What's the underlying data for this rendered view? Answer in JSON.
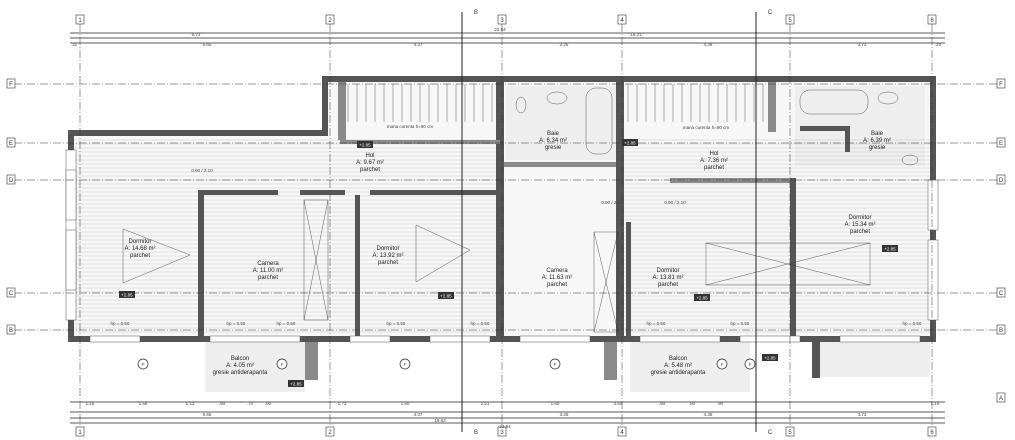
{
  "axes": {
    "columns": [
      "1",
      "2",
      "3",
      "4",
      "5",
      "6"
    ],
    "rows_left": [
      "F",
      "E",
      "D",
      "C",
      "B"
    ],
    "rows_right": [
      "F",
      "E",
      "D",
      "C",
      "B",
      "A"
    ],
    "sections": [
      "B",
      "C"
    ]
  },
  "dimensions": {
    "top_total": "22.94",
    "top_split": [
      "6.73",
      "16.21"
    ],
    "top_axes": [
      ".31",
      "6.65",
      "4.37",
      "3.25",
      "4.38",
      "3.73",
      ".20"
    ],
    "bottom_chain": [
      "1.16",
      "1.58",
      "1.13",
      ".90",
      ".70",
      ".90",
      "1.73",
      "1.60",
      "2.51",
      "1.60",
      "3.60",
      ".90",
      ".80",
      ".90",
      "1.16"
    ],
    "bottom_axes": [
      "6.65",
      "4.37",
      "3.25",
      "4.38",
      "3.73"
    ],
    "bottom_sub": "19.62",
    "bottom_total": "22.94"
  },
  "rooms": [
    {
      "name": "Hol",
      "area": "A: 9.67 m²",
      "floor": "parchet"
    },
    {
      "name": "Dormitor",
      "area": "A: 14.68 m²",
      "floor": "parchet"
    },
    {
      "name": "Camera",
      "area": "A: 11.00 m²",
      "floor": "parchet"
    },
    {
      "name": "Dormitor",
      "area": "A: 13.92 m²",
      "floor": "parchet"
    },
    {
      "name": "Baie",
      "area": "A: 6.34 m²",
      "floor": "gresie"
    },
    {
      "name": "Camera",
      "area": "A: 11.63 m²",
      "floor": "parchet"
    },
    {
      "name": "Hol",
      "area": "A: 7.36 m²",
      "floor": "parchet"
    },
    {
      "name": "Dormitor",
      "area": "A: 13.81 m²",
      "floor": "parchet"
    },
    {
      "name": "Baie",
      "area": "A: 6.39 m²",
      "floor": "gresie"
    },
    {
      "name": "Dormitor",
      "area": "A: 15.34 m²",
      "floor": "parchet"
    },
    {
      "name": "Balcon",
      "area": "A: 4.05 m²",
      "floor": "gresie antiderapanta"
    },
    {
      "name": "Balcon",
      "area": "A: 5.48 m²",
      "floor": "gresie antiderapanta"
    }
  ],
  "notes": {
    "stair_left": "mana curenta h=90 cm",
    "stair_right": "mana curenta h=90 cm",
    "window_hp": "hp = 0.50",
    "door_size": "0.90 / 2.10",
    "level": "+2.85",
    "window_tag": "F"
  }
}
